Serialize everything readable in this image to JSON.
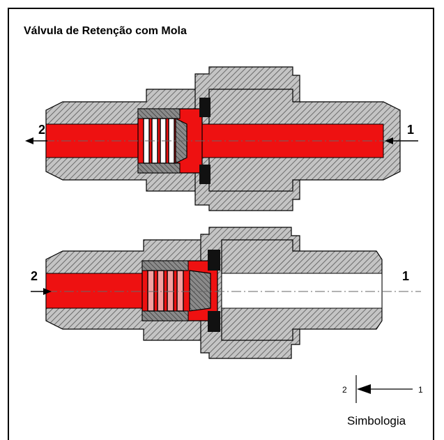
{
  "title": "Válvula de Retenção com Mola",
  "colors": {
    "flow": "#ee1111",
    "body": "#b7b7b7",
    "hatch": "#5a5a5a",
    "seal": "#111111",
    "outline": "#000000"
  },
  "views": [
    {
      "state": "open",
      "port_left": "2",
      "port_right": "1"
    },
    {
      "state": "closed",
      "port_left": "2",
      "port_right": "1"
    }
  ],
  "symbol": {
    "port_left": "2",
    "port_right": "1",
    "caption": "Simbologia"
  }
}
